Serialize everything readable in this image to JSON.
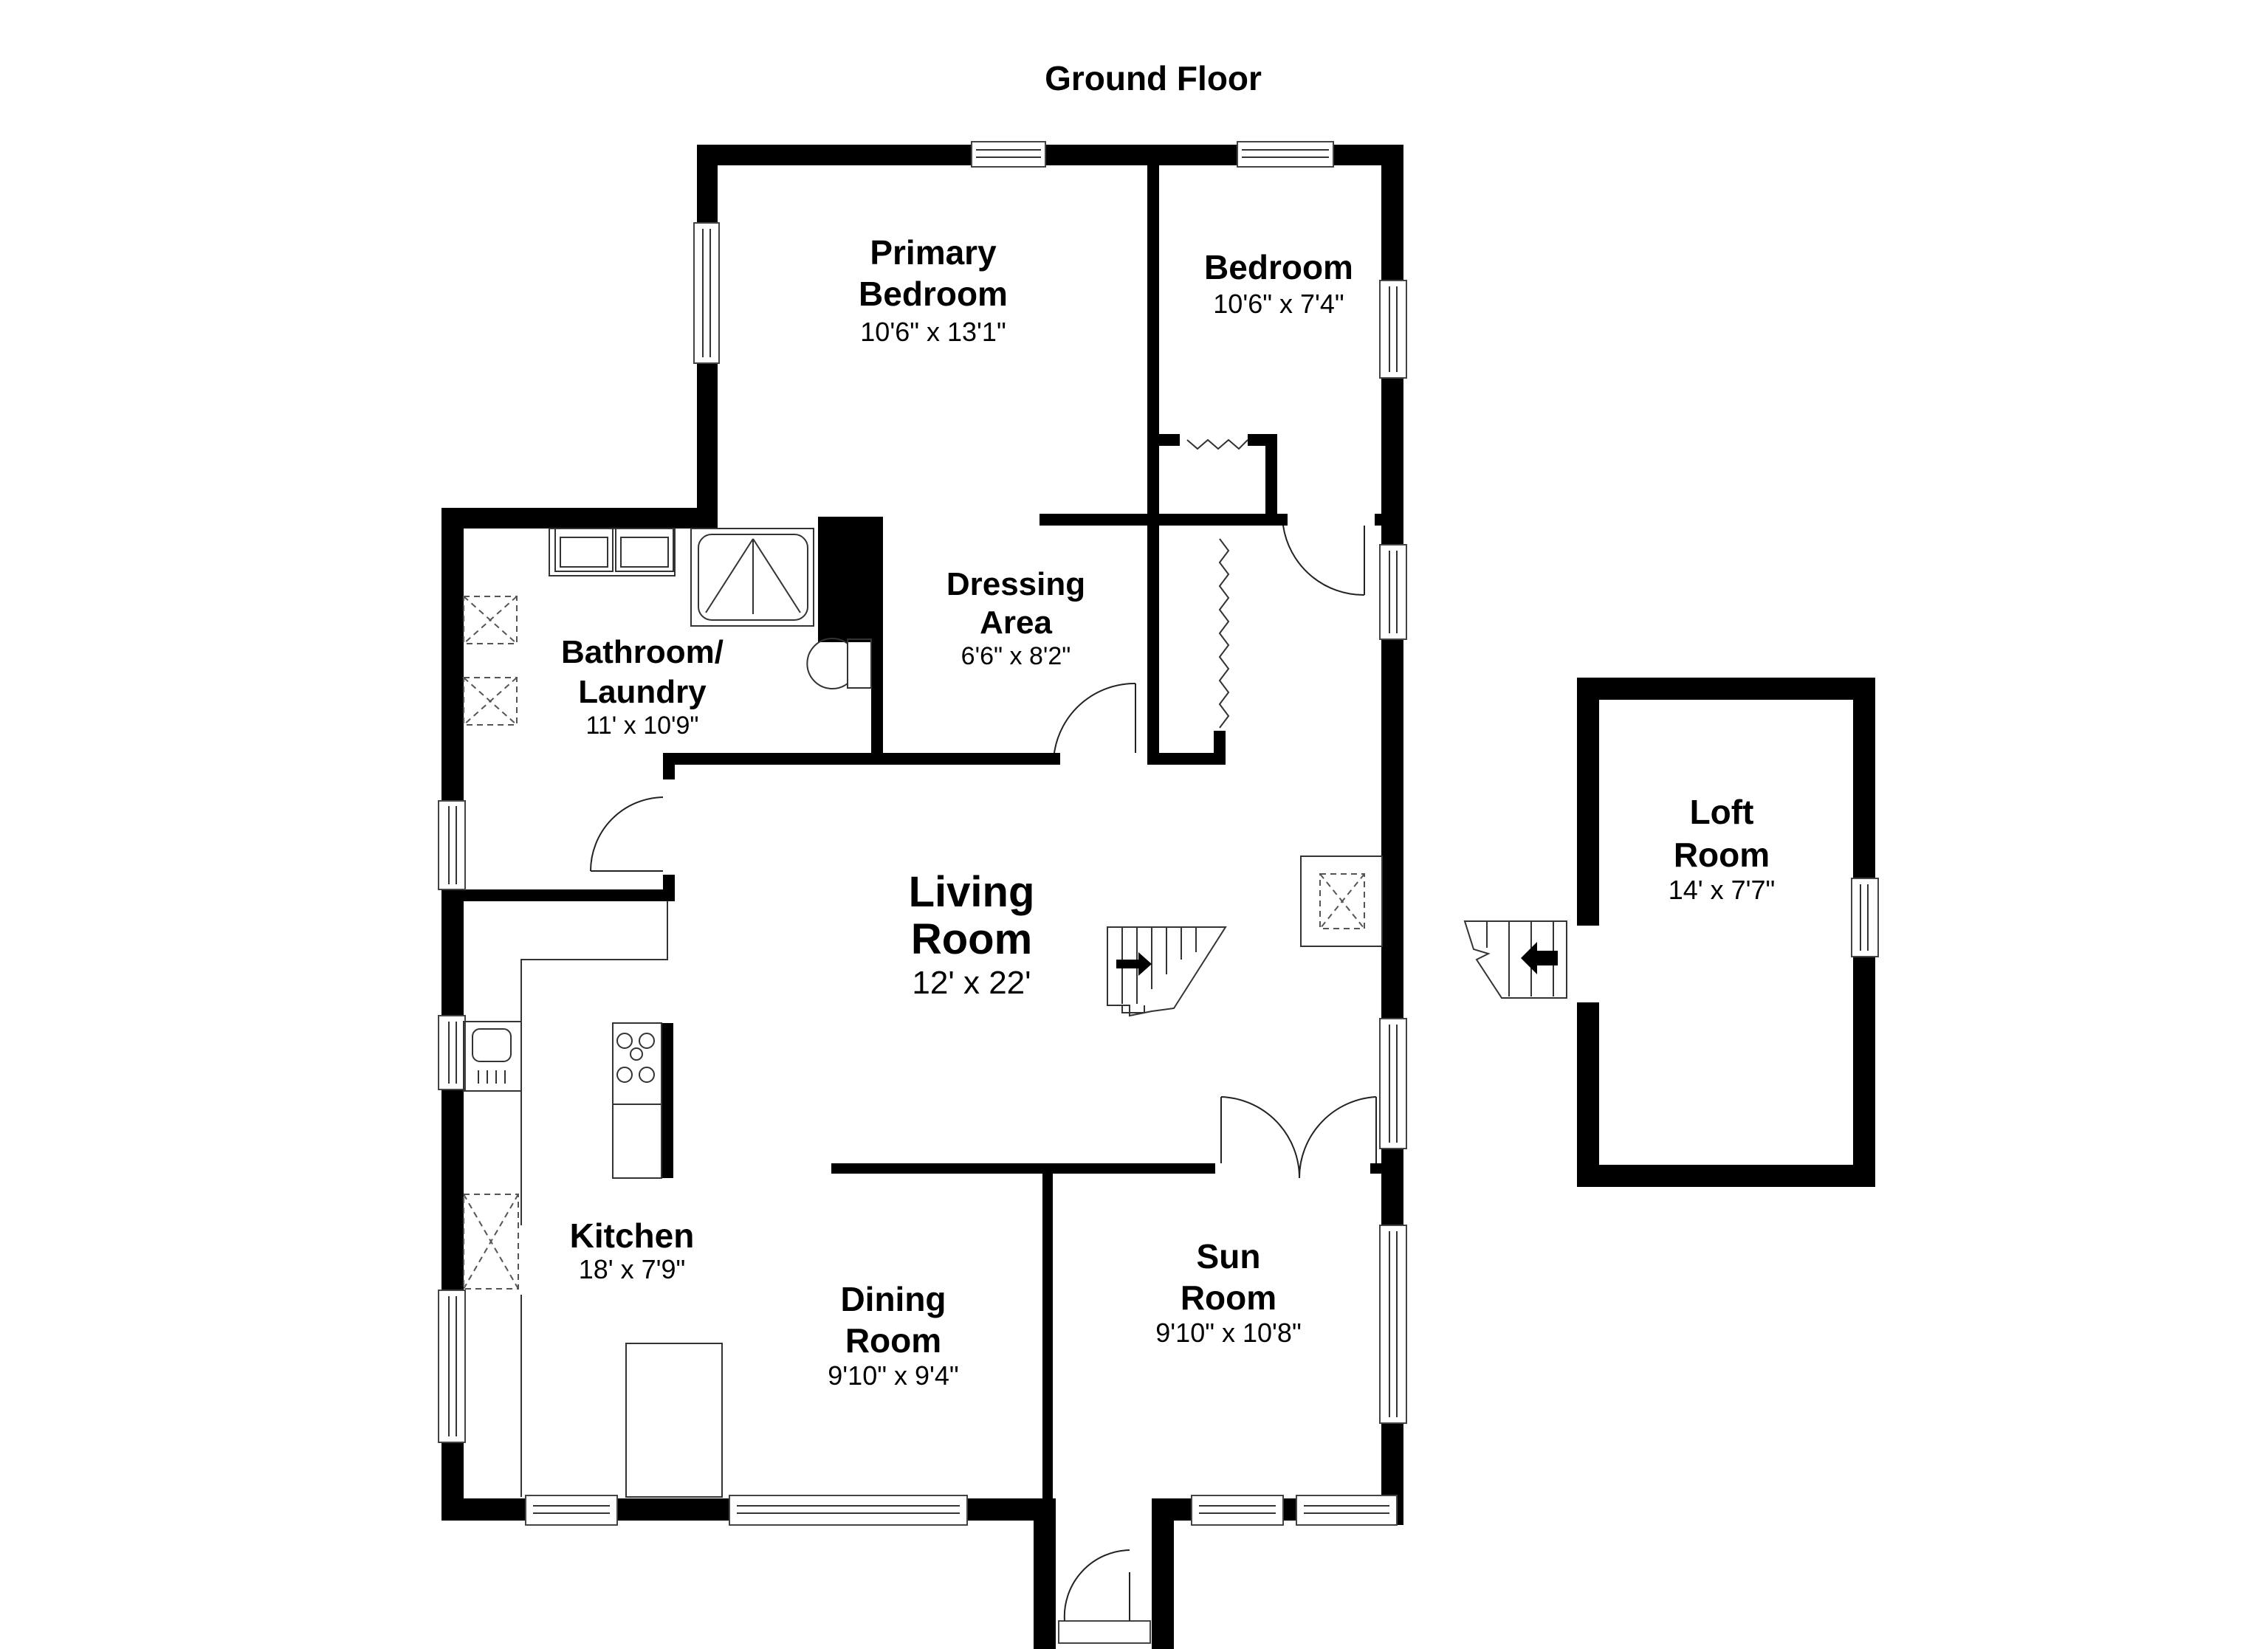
{
  "plan": {
    "title": "Ground Floor",
    "wall_color": "#000000",
    "background_color": "#ffffff"
  },
  "rooms": {
    "primary_bedroom": {
      "name_line1": "Primary",
      "name_line2": "Bedroom",
      "dimensions": "10'6\" x 13'1\""
    },
    "bedroom": {
      "name_line1": "Bedroom",
      "dimensions": "10'6\" x 7'4\""
    },
    "dressing_area": {
      "name_line1": "Dressing",
      "name_line2": "Area",
      "dimensions": "6'6\" x 8'2\""
    },
    "bathroom_laundry": {
      "name_line1": "Bathroom/",
      "name_line2": "Laundry",
      "dimensions": "11' x 10'9\""
    },
    "living_room": {
      "name_line1": "Living",
      "name_line2": "Room",
      "dimensions": "12' x 22'"
    },
    "kitchen": {
      "name_line1": "Kitchen",
      "dimensions": "18' x 7'9\""
    },
    "dining_room": {
      "name_line1": "Dining",
      "name_line2": "Room",
      "dimensions": "9'10\" x 9'4\""
    },
    "sun_room": {
      "name_line1": "Sun",
      "name_line2": "Room",
      "dimensions": "9'10\" x 10'8\""
    },
    "loft_room": {
      "name_line1": "Loft",
      "name_line2": "Room",
      "dimensions": "14' x 7'7\""
    }
  },
  "icons": {
    "stairs_up": "stairs-arrow-right",
    "stairs_loft": "stairs-arrow-left",
    "appliance": "dashed-x-box",
    "sink": "sink",
    "hob": "four-burner-hob",
    "shower": "shower-tray",
    "toilet": "toilet"
  }
}
